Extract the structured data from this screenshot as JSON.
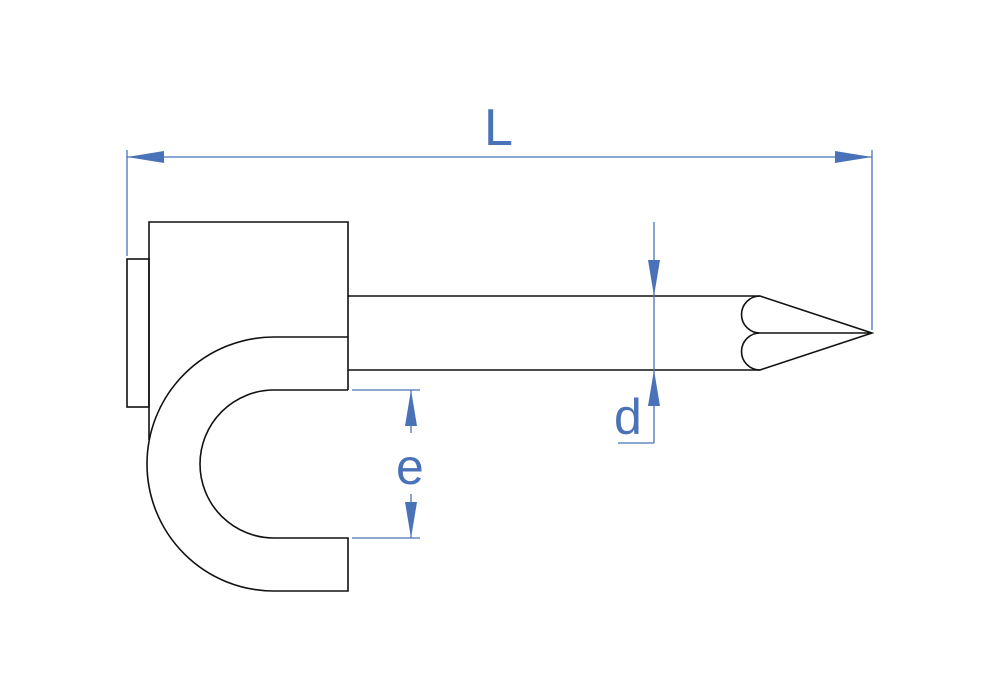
{
  "labels": {
    "length": "L",
    "diameter": "d",
    "eye_width": "e"
  },
  "colors": {
    "outline": "#111111",
    "dimension": "#4a72b8"
  }
}
